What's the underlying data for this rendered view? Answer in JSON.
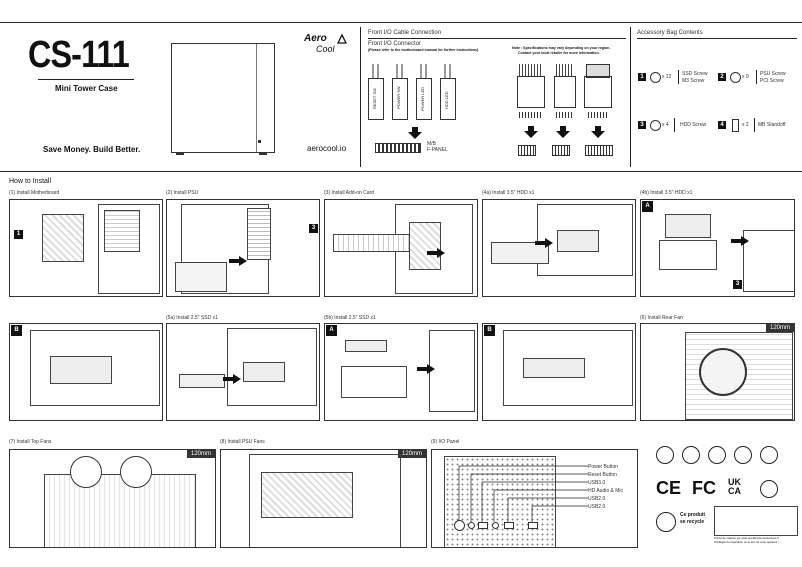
{
  "product": {
    "name": "CS-111",
    "subtitle": "Mini Tower Case",
    "slogan": "Save Money. Build Better.",
    "website": "aerocool.io",
    "brand_line1": "Aero",
    "brand_line2": "Cool"
  },
  "front_io": {
    "title": "Front I/O Cable Connection",
    "subtitle": "Front I/O Connector",
    "note_left": "(Please refer to the motherboard manual for further instructions).",
    "note_right1": "Note : Specifications may vary depending on your region.",
    "note_right2": "Contact your local retailer for more information.",
    "connectors": [
      "RESET SW",
      "POWER SW",
      "POWER LED",
      "HDD LED"
    ],
    "panel_label1": "M/B",
    "panel_label2": "F-PANEL"
  },
  "accessory": {
    "title": "Accessory Bag Contents",
    "items": [
      {
        "num": "1",
        "qty": "x 12",
        "desc1": "SSD Screw",
        "desc2": "M3 Screw"
      },
      {
        "num": "2",
        "qty": "x 9",
        "desc1": "PSU Screw",
        "desc2": "PCI Screw"
      },
      {
        "num": "3",
        "qty": "x 4",
        "desc1": "HDD Screw",
        "desc2": ""
      },
      {
        "num": "4",
        "qty": "x 2",
        "desc1": "MB Standoff",
        "desc2": ""
      }
    ]
  },
  "install": {
    "title": "How to Install",
    "steps": [
      "(1) Install Motherboard",
      "(2) Install PSU",
      "(3) Install Add-on Card",
      "(4a) Install 3.5\" HDD x1",
      "(4b) Install 3.5\" HDD x1",
      "",
      "(5a) Install 2.5\" SSD x1",
      "(5b) Install 2.5\" SSD x1",
      "",
      "(6) Install Rear Fan",
      "(7) Install Top Fans",
      "(8) Install PSU Fans",
      "(9) I/O Panel"
    ],
    "fan_size": "120mm",
    "letter_a": "A",
    "letter_b": "B"
  },
  "io_panel": {
    "labels": [
      "Power Button",
      "Reset Button",
      "USB3.0",
      "HD Audio & Mic",
      "USB2.0",
      "USB2.0"
    ]
  },
  "recycle": {
    "text1": "Ce produit",
    "text2": "se recycle",
    "small1": "Points de collecte sur www.quefairedemesdechets.fr",
    "small2": "Privilégiez la réparation ou le don de votre appareil !",
    "cert_labels": [
      "CE",
      "FC",
      "UK CA"
    ]
  }
}
